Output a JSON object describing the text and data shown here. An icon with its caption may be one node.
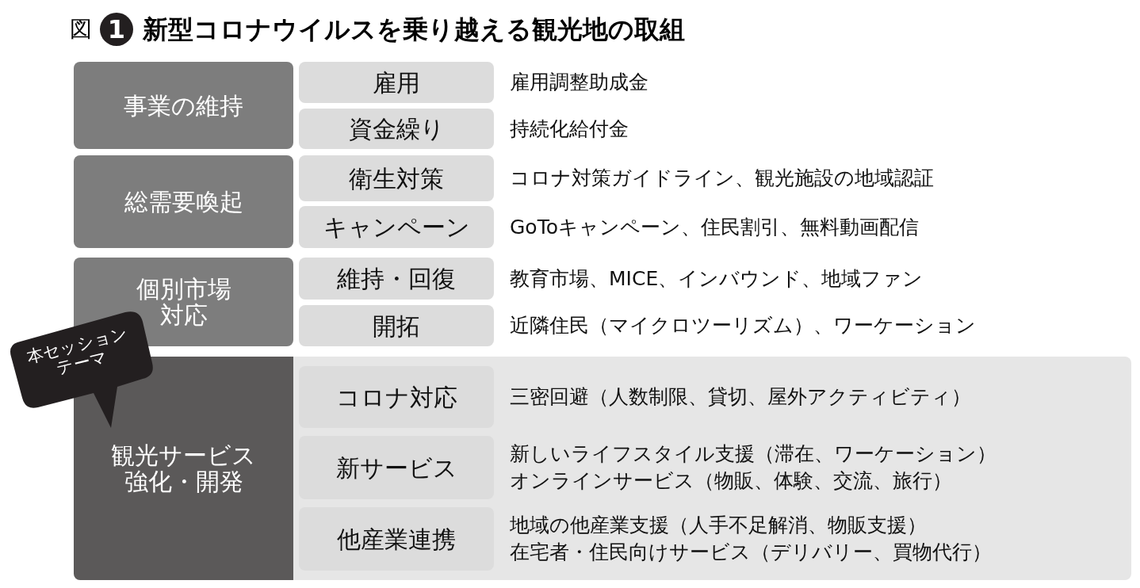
{
  "diagram": {
    "title": "新型コロナウイルスを乗り越える観光地の取組",
    "nodes": [
      {
        "text": [
          "事業の維持"
        ]
      },
      {
        "text": [
          "雇用"
        ],
        "beside": [
          "雇用調整助成金"
        ]
      },
      {
        "text": [
          "資金繰り"
        ],
        "beside": [
          "持続化給付金"
        ]
      },
      {
        "text": [
          "総需要喚起"
        ]
      },
      {
        "text": [
          "衛生対策"
        ],
        "beside": [
          "コロナ対策ガイドライン、観光施設の地域認証"
        ]
      },
      {
        "text": [
          "キャンペーン"
        ],
        "beside": [
          "GoToキャンペーン、住民割引、無料動画配信"
        ]
      },
      {
        "text": [
          "個別市場対応"
        ]
      },
      {
        "text": [
          "維持・回復"
        ],
        "beside": [
          "教育市場、MICE、インバウンド、地域ファン"
        ]
      },
      {
        "text": [
          "開拓"
        ],
        "beside": [
          "近隣住民（マイクロツーリズム）、ワーケーション"
        ]
      },
      {
        "text": [
          "本セッションテーマ"
        ]
      },
      {
        "text": [],
        "shape": "band"
      },
      {
        "text": [
          "観光サービス強化・開発"
        ],
        "in": 10
      },
      {
        "text": [
          "コロナ対応"
        ],
        "in": 10,
        "beside": [
          "三密回避（人数制限、貸切、屋外アクティビティ）"
        ]
      },
      {
        "text": [
          "新サービス"
        ],
        "in": 10,
        "beside": [
          "新しいライフスタイル支援（滞在、ワーケーション）",
          "オンラインサービス（物販、体験、交流、旅行）"
        ]
      },
      {
        "text": [
          "他産業連携"
        ],
        "in": 10,
        "beside": [
          "地域の他産業支援（人手不足解消、物販支援）",
          "在宅者・住民向けサービス（デリバリー、買物代行）"
        ]
      }
    ],
    "edges": [],
    "labels": [
      "図",
      "1"
    ]
  }
}
